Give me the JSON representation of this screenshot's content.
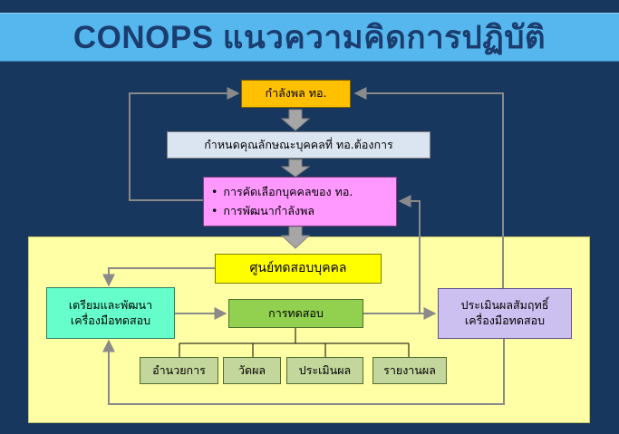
{
  "title": "CONOPS แนวความคิดการปฏิบัติ",
  "boxes": {
    "forces": "กำลังพล ทอ.",
    "define_qualities": "กำหนดคุณลักษณะบุคคลที่  ทอ.ต้องการ",
    "selection": [
      "การคัดเลือกบุคคลของ ทอ.",
      "การพัฒนากำลังพล"
    ],
    "testing_center": "ศูนย์ทดสอบบุคคล",
    "prepare_tools": [
      "เตรียมและพัฒนา",
      "เครื่องมือทดสอบ"
    ],
    "testing": "การทดสอบ",
    "evaluate_tools": [
      "ประเมินผลสัมฤทธิ์",
      "เครื่องมือทดสอบ"
    ],
    "sub_steps": [
      "อำนวยการ",
      "วัดผล",
      "ประเมินผล",
      "รายงานผล"
    ]
  },
  "colors": {
    "background": "#17375e",
    "title_bar": "#55b7ee",
    "title_text": "#1b3d6e",
    "region": "#ffffa6",
    "forces": "#ffc000",
    "define_qualities": "#dbe5f1",
    "selection": "#ff99ff",
    "testing_center": "#ffff00",
    "prepare_tools": "#66ffcc",
    "testing": "#92d050",
    "evaluate_tools": "#ccc0f0",
    "sub_steps": "#c3d69b",
    "connector": "#8a8a8a"
  }
}
